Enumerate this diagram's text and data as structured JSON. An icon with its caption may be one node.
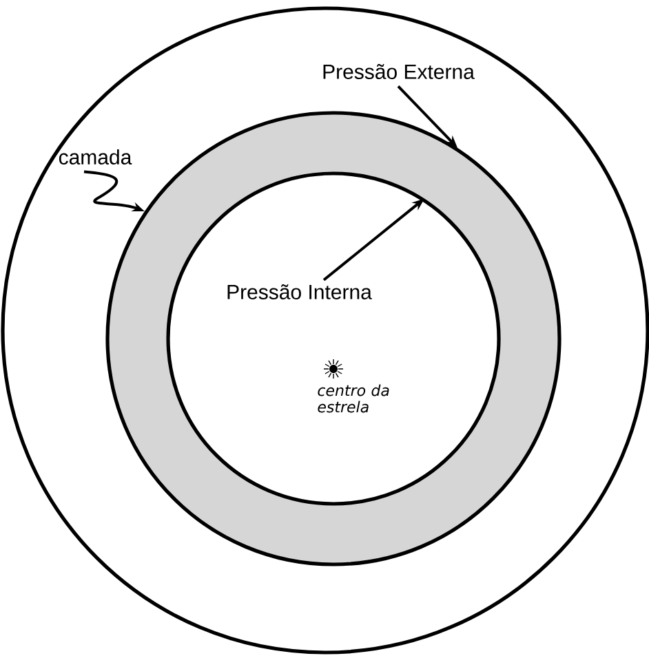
{
  "diagram": {
    "nodes": [
      {
        "text": [],
        "shape": "circle"
      },
      {
        "text": [],
        "shape": "circle",
        "in": 0
      },
      {
        "text": [],
        "shape": "circle",
        "in": 1
      },
      {
        "text": [
          "Pressão Externa"
        ],
        "in": 0
      },
      {
        "text": [
          "Pressão Interna"
        ],
        "in": 2
      },
      {
        "text": [
          "camada"
        ],
        "in": 0
      }
    ],
    "edges": [
      {
        "from": 3,
        "to": 1,
        "arrow": "to"
      },
      {
        "from": 4,
        "to": 2,
        "arrow": "to"
      },
      {
        "from": 5,
        "to": 1,
        "arrow": "to"
      }
    ],
    "labels": [
      "centro da estrela"
    ]
  }
}
